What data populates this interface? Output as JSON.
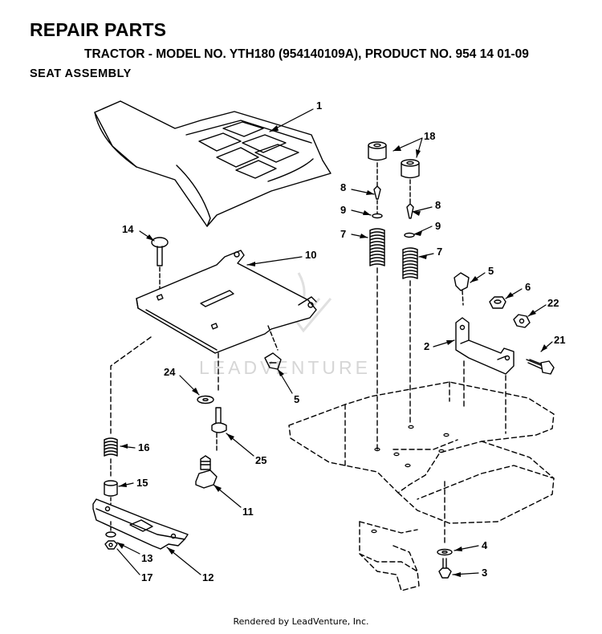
{
  "header": {
    "title": "REPAIR PARTS",
    "subtitle": "TRACTOR - MODEL NO. YTH180 (954140109A), PRODUCT NO. 954 14 01-09",
    "section": "SEAT ASSEMBLY"
  },
  "watermark": {
    "text": "LEADVENTURE"
  },
  "footer": {
    "text": "Rendered by LeadVenture, Inc."
  },
  "callouts": {
    "c1": "1",
    "c18": "18",
    "c8a": "8",
    "c9a": "9",
    "c7a": "7",
    "c8b": "8",
    "c9b": "9",
    "c7b": "7",
    "c14": "14",
    "c10": "10",
    "c5a": "5",
    "c6": "6",
    "c22": "22",
    "c2": "2",
    "c21": "21",
    "c24": "24",
    "c5b": "5",
    "c16": "16",
    "c25": "25",
    "c15": "15",
    "c11": "11",
    "c13": "13",
    "c17": "17",
    "c12": "12",
    "c4": "4",
    "c3": "3"
  }
}
